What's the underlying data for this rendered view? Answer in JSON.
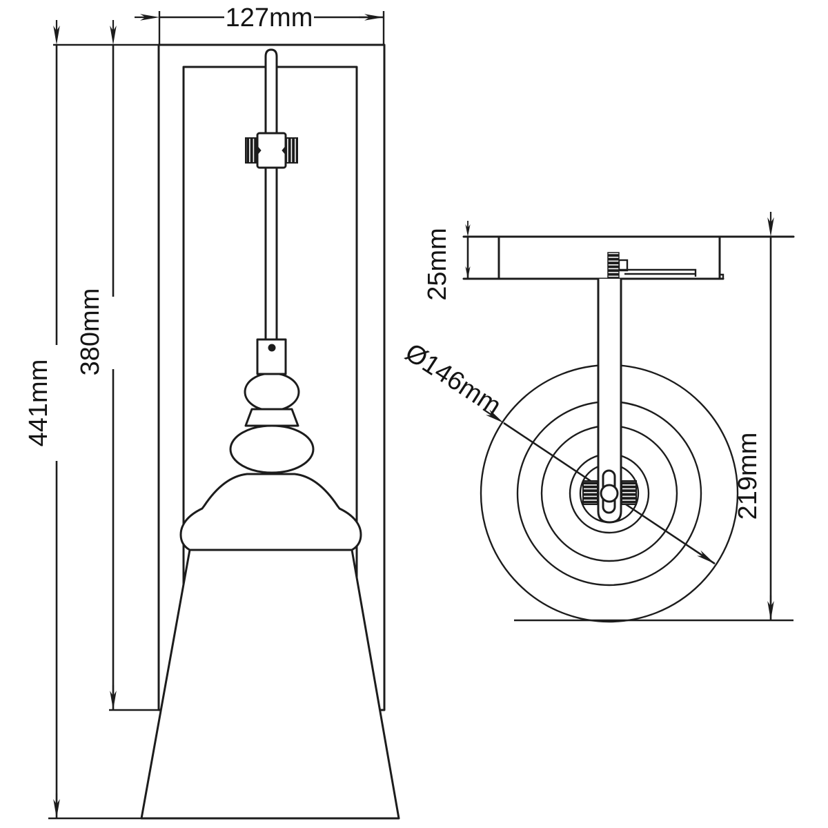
{
  "drawing": {
    "type": "technical-dimension-diagram",
    "subject": "wall sconce light fixture, front view and top view",
    "colors": {
      "background": "#ffffff",
      "line": "#1c1c1c",
      "text": "#141414"
    },
    "front_view": {
      "width_label": "127mm",
      "total_height_label": "441mm",
      "backplate_height_label": "380mm"
    },
    "side_view": {
      "plate_depth_label": "25mm",
      "shade_diameter_label": "Ø146mm",
      "projection_label": "219mm"
    }
  }
}
